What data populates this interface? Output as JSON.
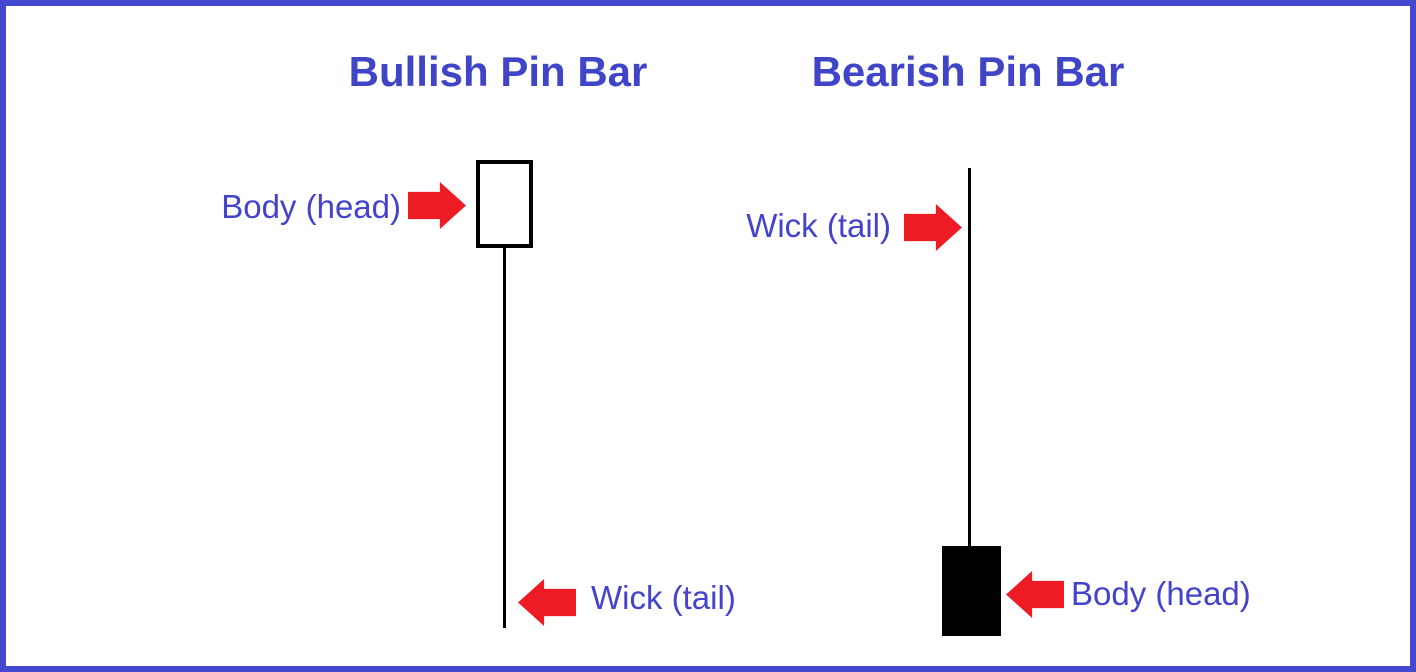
{
  "diagram": {
    "description": "Pin bar candlestick pattern diagram",
    "bullish": {
      "title": "Bullish Pin Bar",
      "body_label": "Body (head)",
      "wick_label": "Wick (tail)",
      "body_style": "hollow-white-black-border",
      "wick_direction": "down"
    },
    "bearish": {
      "title": "Bearish Pin Bar",
      "wick_label": "Wick (tail)",
      "body_label": "Body (head)",
      "body_style": "solid-black",
      "wick_direction": "up"
    }
  },
  "colors": {
    "frame_border": "#4348ce",
    "title_text": "#4045c8",
    "label_text": "#4343cb",
    "arrow": "#ed1c24",
    "candle": "#000000",
    "background": "#ffffff"
  }
}
